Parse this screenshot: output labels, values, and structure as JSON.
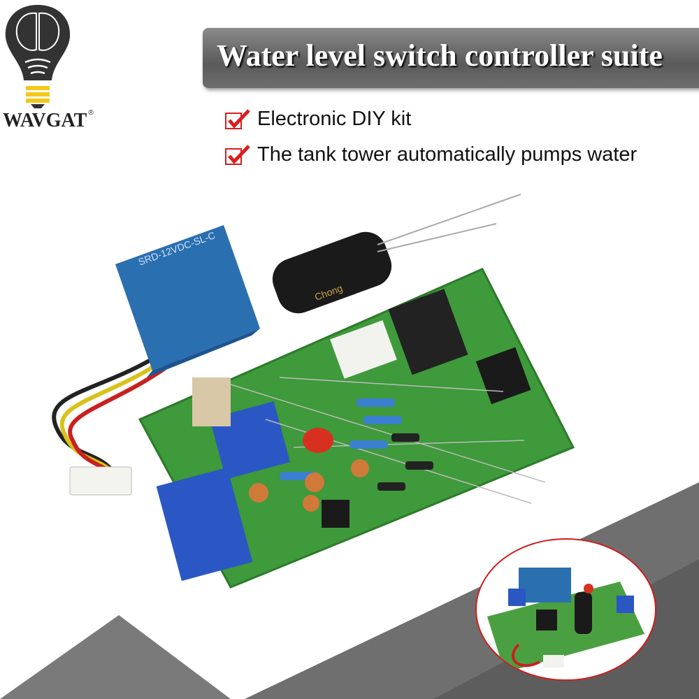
{
  "brand": {
    "name": "WAVGAT",
    "registered": "®"
  },
  "header": {
    "title": "Water level switch controller suite"
  },
  "features": [
    {
      "icon": "red-check-icon",
      "text": "Electronic DIY kit"
    },
    {
      "icon": "red-check-icon",
      "text": "The tank tower automatically pumps water"
    }
  ],
  "colors": {
    "banner": "#6e6e6e",
    "pcb": "#3e9a3a",
    "relay": "#2a6fb0",
    "check": "#d81e1e",
    "logo_yellow": "#f3c81c"
  },
  "components": {
    "relay_label": "SRD-12VDC-SL-C",
    "capacitor_label": "Chong"
  }
}
